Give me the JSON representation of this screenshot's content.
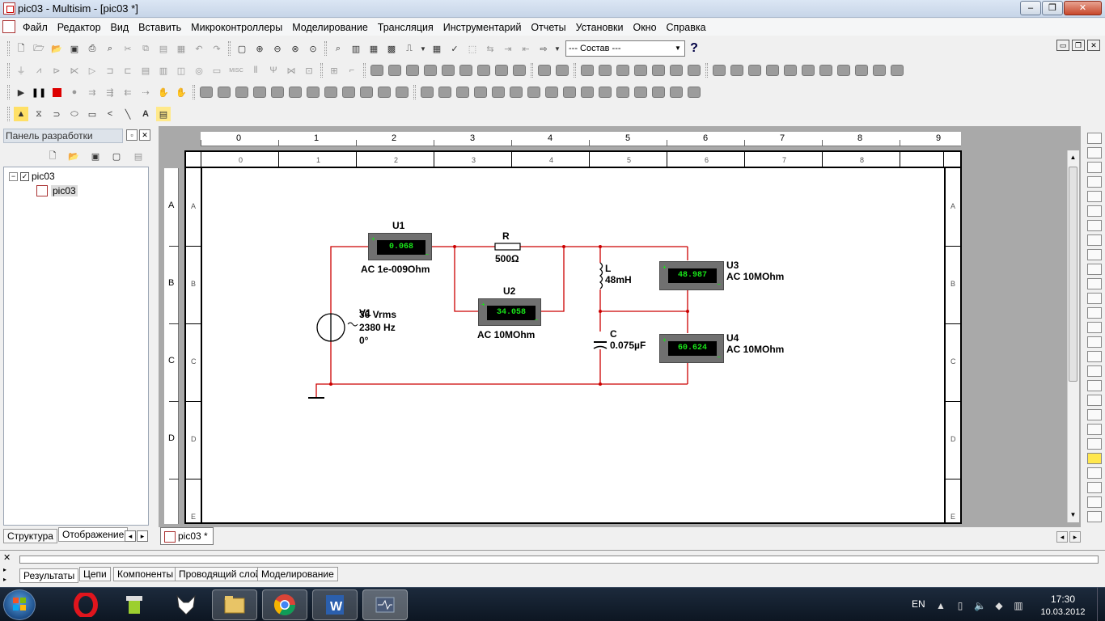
{
  "window": {
    "title": "pic03 - Multisim - [pic03 *]",
    "min": "–",
    "max": "❐",
    "close": "✕"
  },
  "menu": [
    {
      "label": "Файл"
    },
    {
      "label": "Редактор"
    },
    {
      "label": "Вид"
    },
    {
      "label": "Вставить"
    },
    {
      "label": "Микроконтроллеры"
    },
    {
      "label": "Моделирование"
    },
    {
      "label": "Трансляция"
    },
    {
      "label": "Инструментарий"
    },
    {
      "label": "Отчеты"
    },
    {
      "label": "Установки"
    },
    {
      "label": "Окно"
    },
    {
      "label": "Справка"
    }
  ],
  "toolbar": {
    "combo_value": "--- Состав ---",
    "help": "?",
    "misc_label": "MISC"
  },
  "panel": {
    "title": "Панель разработки",
    "tree_root": "pic03",
    "tree_child": "pic03",
    "tabs": [
      "Структура",
      "Отображение"
    ]
  },
  "ruler": {
    "outer_numbers": [
      "0",
      "1",
      "2",
      "3",
      "4",
      "5",
      "6",
      "7",
      "8",
      "9"
    ],
    "inner_numbers": [
      "0",
      "1",
      "2",
      "3",
      "4",
      "5",
      "6",
      "7",
      "8"
    ],
    "rows": [
      "A",
      "B",
      "C",
      "D",
      "E"
    ]
  },
  "circuit": {
    "u1": {
      "name": "U1",
      "value": "0.068",
      "spec": "AC  1e-009Ohm"
    },
    "u2": {
      "name": "U2",
      "value": "34.058",
      "spec": "AC  10MOhm"
    },
    "u3": {
      "name": "U3",
      "value": "48.987",
      "spec": "AC  10MOhm"
    },
    "u4": {
      "name": "U4",
      "value": "60.624",
      "spec": "AC  10MOhm"
    },
    "r": {
      "name": "R",
      "value": "500Ω"
    },
    "l": {
      "name": "L",
      "value": "48mH"
    },
    "c": {
      "name": "C",
      "value": "0.075µF"
    },
    "v1": {
      "name": "V1",
      "amplitude": "36 Vrms",
      "frequency": "2380 Hz",
      "phase": "0°"
    },
    "wire_color": "#cc0000"
  },
  "doc_tab": "pic03 *",
  "results_tabs": [
    "Результаты",
    "Цепи",
    "Компоненты",
    "Проводящий слой",
    "Моделирование"
  ],
  "taskbar": {
    "lang": "EN",
    "time": "17:30",
    "date": "10.03.2012",
    "apps": [
      "opera",
      "green-app",
      "foobar",
      "explorer",
      "chrome",
      "word",
      "multisim"
    ]
  }
}
